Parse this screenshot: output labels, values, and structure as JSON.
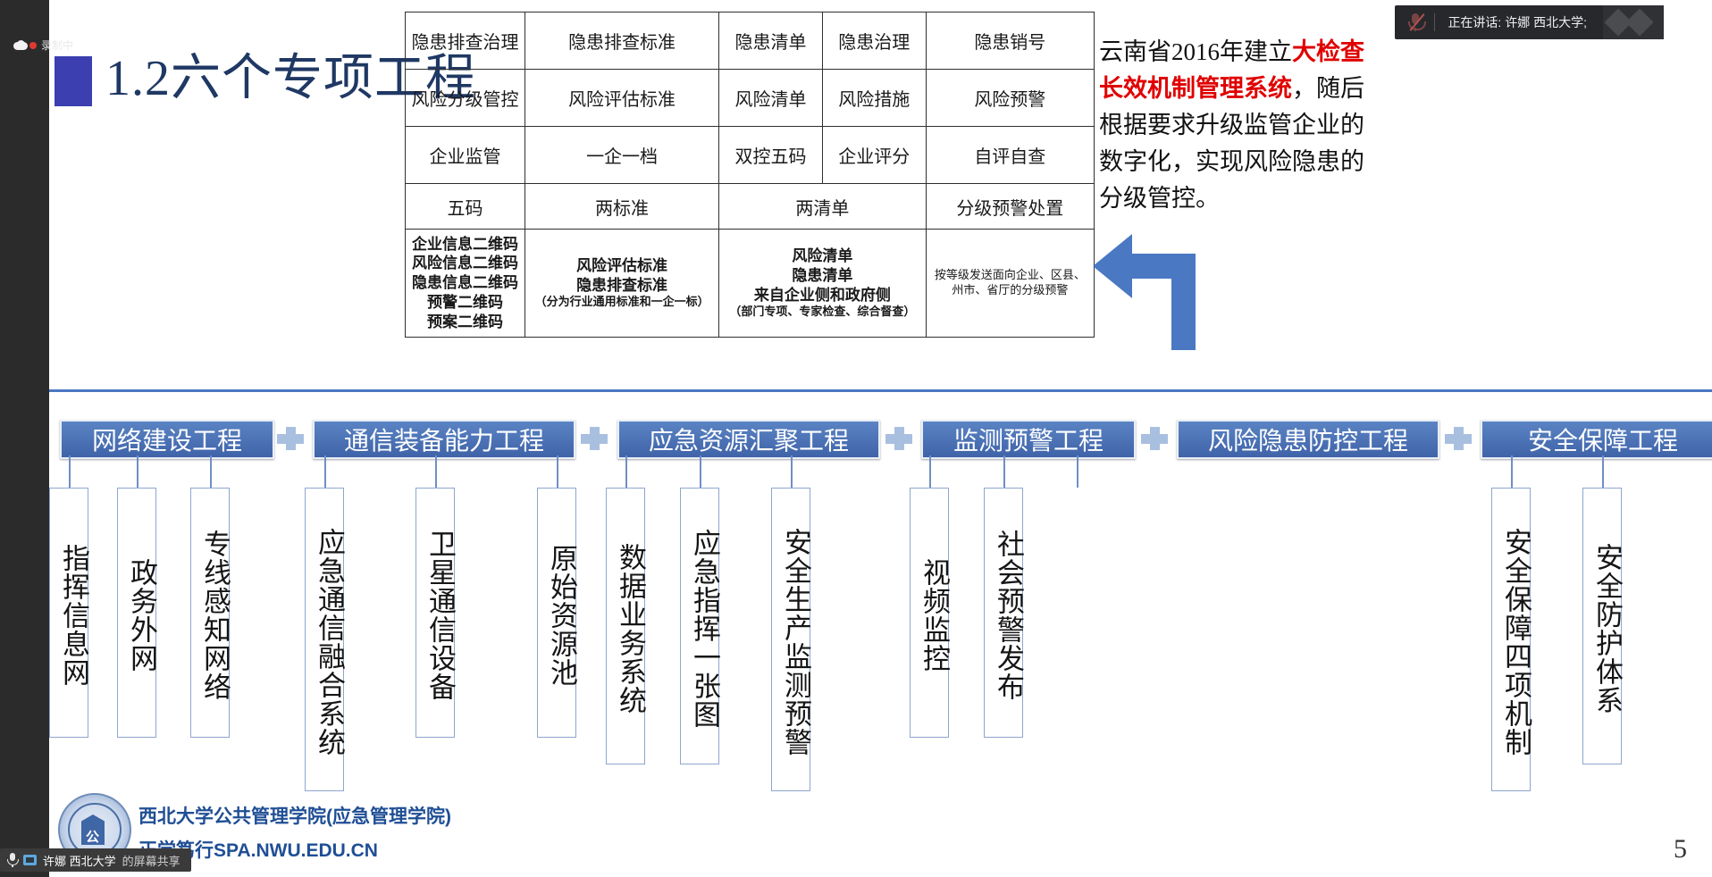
{
  "meeting": {
    "recording_label": "录制中",
    "speaking_label": "正在讲话:  许娜 西北大学;",
    "share_user": "许娜 西北大学",
    "share_suffix": "的屏幕共享"
  },
  "slide": {
    "title": "1.2六个专项工程",
    "page_number": "5",
    "accent_color": "#1f3864",
    "title_square_color": "#3b3fb0",
    "bar_color": "#3f63a8",
    "highlight_color": "#e00000"
  },
  "table": {
    "rows": [
      [
        "隐患排查治理",
        "隐患排查标准",
        "隐患清单",
        "隐患治理",
        "隐患销号"
      ],
      [
        "风险分级管控",
        "风险评估标准",
        "风险清单",
        "风险措施",
        "风险预警"
      ],
      [
        "企业监管",
        "一企一档",
        "双控五码",
        "企业评分",
        "自评自查"
      ],
      [
        "五码",
        "两标准",
        "两清单",
        "分级预警处置"
      ]
    ],
    "detail": {
      "c1": "企业信息二维码\n风险信息二维码\n隐患信息二维码\n预警二维码\n预案二维码",
      "c2_main": "风险评估标准\n隐患排查标准",
      "c2_note": "（分为行业通用标准和一企一标）",
      "c3_main": "风险清单\n隐患清单\n来自企业侧和政府侧",
      "c3_note": "（部门专项、专家检查、综合督查）",
      "c4": "按等级发送面向企业、区县、\n州市、省厅的分级预警"
    }
  },
  "note": {
    "p1": "云南省2016年建立",
    "red": "大检查长效机制管理系统",
    "p2": "，随后根据要求升级监管企业的数字化，实现风险隐患的分级管控。"
  },
  "projects": [
    {
      "name": "网络建设工程",
      "children": [
        "指挥信息网",
        "政务外网",
        "专线感知网络"
      ]
    },
    {
      "name": "通信装备能力工程",
      "children": [
        "应急通信融合系统",
        "卫星通信设备"
      ]
    },
    {
      "name": "应急资源汇聚工程",
      "children": [
        "原始资源池",
        "数据业务系统",
        "应急指挥一张图"
      ]
    },
    {
      "name": "监测预警工程",
      "children": [
        "安全生产监测预警",
        "视频监控",
        "社会预警发布"
      ]
    },
    {
      "name": "风险隐患防控工程",
      "children": []
    },
    {
      "name": "安全保障工程",
      "children": [
        "安全保障四项机制",
        "安全防护体系"
      ]
    }
  ],
  "footer": {
    "line1": "西北大学公共管理学院(应急管理学院)",
    "line2": "正学笃行SPA.NWU.EDU.CN",
    "logo_char": "公"
  }
}
